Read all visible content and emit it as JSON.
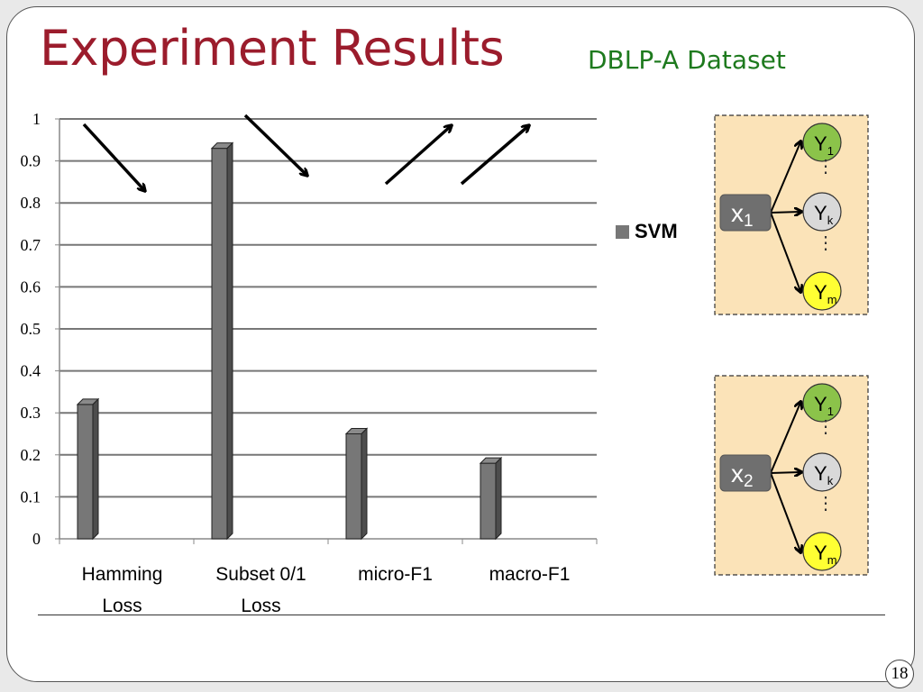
{
  "slide": {
    "title": "Experiment Results",
    "subtitle": "DBLP-A Dataset",
    "page_number": "18"
  },
  "colors": {
    "title": "#9b1c2c",
    "subtitle": "#1e7a1e",
    "bar": "#777777",
    "diagram_background": "#fbe3b8",
    "node_green": "#8bc34a",
    "node_gray": "#d9d9d9",
    "node_yellow": "#ffff33",
    "x_box": "#6f6f6f"
  },
  "chart_data": {
    "type": "bar",
    "categories": [
      "Hamming\nLoss",
      "Subset 0/1\nLoss",
      "micro-F1",
      "macro-F1"
    ],
    "series": [
      {
        "name": "SVM",
        "values": [
          0.32,
          0.93,
          0.25,
          0.18
        ]
      }
    ],
    "ylim": [
      0,
      1
    ],
    "yticks": [
      "0",
      "0.1",
      "0.2",
      "0.3",
      "0.4",
      "0.5",
      "0.6",
      "0.7",
      "0.8",
      "0.9",
      "1"
    ],
    "grid": true,
    "legend_position": "right",
    "annotations": [
      {
        "type": "arrow",
        "direction": "down"
      },
      {
        "type": "arrow",
        "direction": "down"
      },
      {
        "type": "arrow",
        "direction": "up"
      },
      {
        "type": "arrow",
        "direction": "up"
      }
    ]
  },
  "diagrams": [
    {
      "input": "x",
      "input_sub": "1",
      "outputs": [
        {
          "label": "Y",
          "sub": "1"
        },
        {
          "label": "Y",
          "sub": "k"
        },
        {
          "label": "Y",
          "sub": "m"
        }
      ],
      "ellipsis": "⋮"
    },
    {
      "input": "x",
      "input_sub": "2",
      "outputs": [
        {
          "label": "Y",
          "sub": "1"
        },
        {
          "label": "Y",
          "sub": "k"
        },
        {
          "label": "Y",
          "sub": "m"
        }
      ],
      "ellipsis": "⋮"
    }
  ]
}
